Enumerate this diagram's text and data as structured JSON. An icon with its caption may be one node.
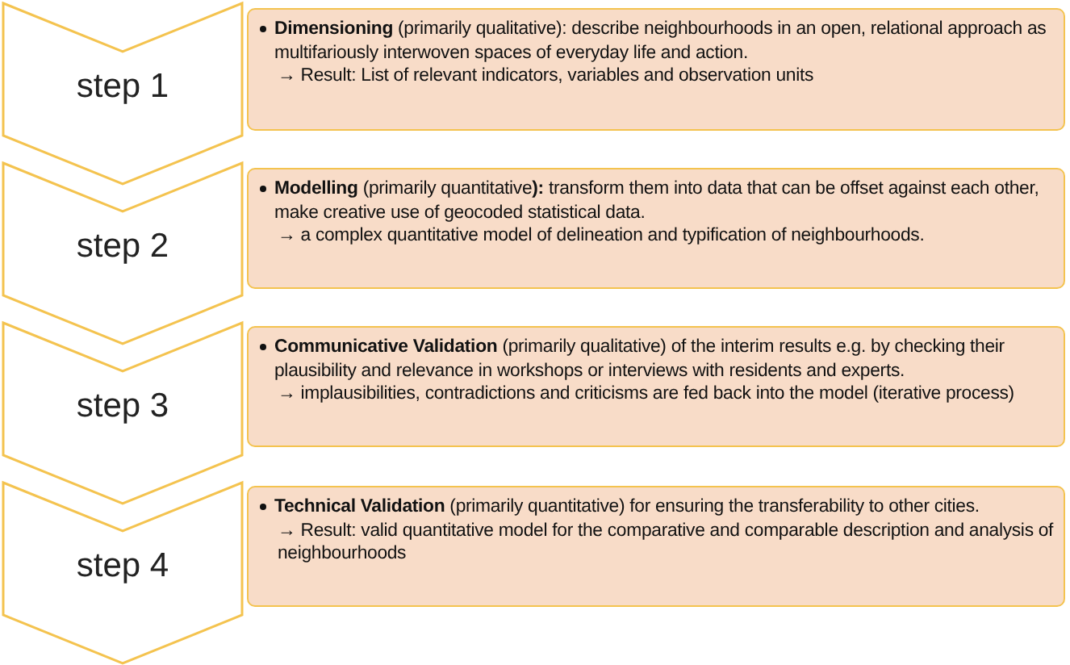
{
  "diagram": {
    "nodes": [
      {
        "text": [
          "step 1"
        ]
      },
      {
        "text": [
          "**Dimensioning** (primarily qualitative): describe neighbourhoods in an open, relational approach as multifariously interwoven spaces of everyday life and action.",
          "→ Result: List of relevant indicators, variables and observation units"
        ]
      },
      {
        "text": [
          "step 2"
        ]
      },
      {
        "text": [
          "**Modelling** (primarily quantitative**):** transform them into data that can be offset against each other, make creative use of geocoded statistical data.",
          "→ a complex quantitative model of delineation and typification of neighbourhoods."
        ]
      },
      {
        "text": [
          "step 3"
        ]
      },
      {
        "text": [
          "**Communicative Validation** (primarily qualitative) of the interim results e.g. by checking their plausibility and relevance in workshops or interviews with residents and experts.",
          "→ implausibilities, contradictions and criticisms are fed back into the model (iterative process)"
        ]
      },
      {
        "text": [
          "step 4"
        ]
      },
      {
        "text": [
          "**Technical Validation** (primarily quantitative) for ensuring the transferability to other cities.",
          "→ Result: valid quantitative model for the comparative and comparable description and analysis of neighbourhoods"
        ]
      }
    ]
  }
}
